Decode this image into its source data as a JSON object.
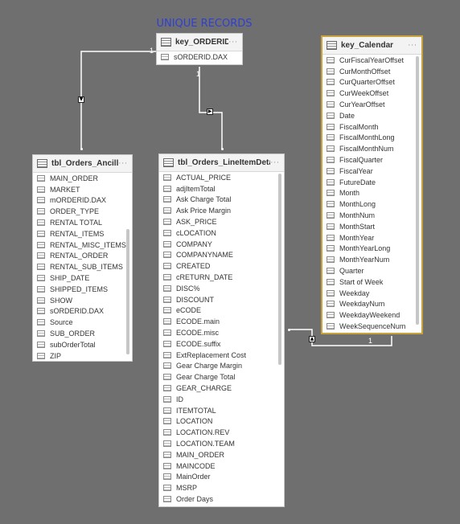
{
  "title": "UNIQUE RECORDS",
  "colors": {
    "title": "#2f3fd2",
    "canvas": "#6f6f6f",
    "selected_border": "#c8a23a"
  },
  "cardinality": {
    "one": "1"
  },
  "tables": {
    "orderid": {
      "name": "key_ORDERID.sub",
      "more": "···",
      "fields": [
        "sORDERID.DAX"
      ]
    },
    "calendar": {
      "name": "key_Calendar",
      "more": "···",
      "fields": [
        "CurFiscalYearOffset",
        "CurMonthOffset",
        "CurQuarterOffset",
        "CurWeekOffset",
        "CurYearOffset",
        "Date",
        "FiscalMonth",
        "FiscalMonthLong",
        "FiscalMonthNum",
        "FiscalQuarter",
        "FiscalYear",
        "FutureDate",
        "Month",
        "MonthLong",
        "MonthNum",
        "MonthStart",
        "MonthYear",
        "MonthYearLong",
        "MonthYearNum",
        "Quarter",
        "Start of Week",
        "Weekday",
        "WeekdayNum",
        "WeekdayWeekend",
        "WeekSequenceNum"
      ]
    },
    "ancill": {
      "name": "tbl_Orders_AncillInfo",
      "more": "···",
      "fields": [
        "MAIN_ORDER",
        "MARKET",
        "mORDERID.DAX",
        "ORDER_TYPE",
        "RENTAL TOTAL",
        "RENTAL_ITEMS",
        "RENTAL_MISC_ITEMS",
        "RENTAL_ORDER",
        "RENTAL_SUB_ITEMS",
        "SHIP_DATE",
        "SHIPPED_ITEMS",
        "SHOW",
        "sORDERID.DAX",
        "Source",
        "SUB_ORDER",
        "subOrderTotal",
        "ZIP"
      ]
    },
    "lineitem": {
      "name": "tbl_Orders_LineItemDetails",
      "more": "···",
      "fields": [
        "ACTUAL_PRICE",
        "adjItemTotal",
        "Ask Charge Total",
        "Ask Price Margin",
        "ASK_PRICE",
        "cLOCATION",
        "COMPANY",
        "COMPANYNAME",
        "CREATED",
        "cRETURN_DATE",
        "DISC%",
        "DISCOUNT",
        "eCODE",
        "ECODE.main",
        "ECODE.misc",
        "ECODE.suffix",
        "ExtReplacement Cost",
        "Gear Charge Margin",
        "Gear Charge Total",
        "GEAR_CHARGE",
        "ID",
        "ITEMTOTAL",
        "LOCATION",
        "LOCATION.REV",
        "LOCATION.TEAM",
        "MAIN_ORDER",
        "MAINCODE",
        "MainOrder",
        "MSRP",
        "Order Days"
      ]
    }
  }
}
